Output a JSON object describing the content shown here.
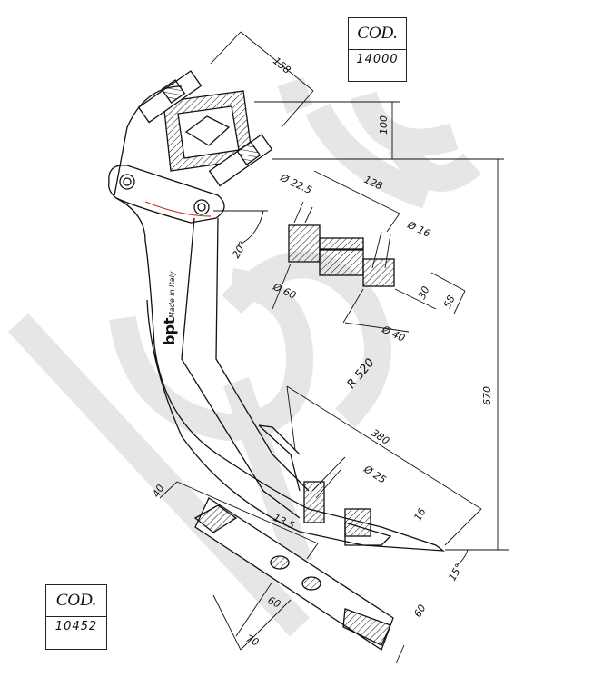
{
  "watermark": {
    "name": "bpt",
    "color": "#e6e6e6"
  },
  "code_top": {
    "label": "COD.",
    "number": "14000"
  },
  "code_bottom": {
    "label": "COD.",
    "number": "10452"
  },
  "dimensions": {
    "d158": "158",
    "d100": "100",
    "d128": "128",
    "d22_5": "Ø 22.5",
    "d16_hole": "Ø 16",
    "d60_dia": "Ø 60",
    "d30": "30",
    "d58": "58",
    "d40_dia": "Ø 40",
    "angle20": "20°",
    "r520": "R 520",
    "d670": "670",
    "d380": "380",
    "d25": "Ø 25",
    "d16": "16",
    "angle15": "15°",
    "d40": "40",
    "d13_5": "13.5",
    "d60_a": "60",
    "d60_b": "60",
    "d70": "70"
  },
  "stamp": {
    "brand": "bpt",
    "text": "Made in Italy"
  },
  "colors": {
    "line": "#111111",
    "accent_red": "#c0392b"
  }
}
